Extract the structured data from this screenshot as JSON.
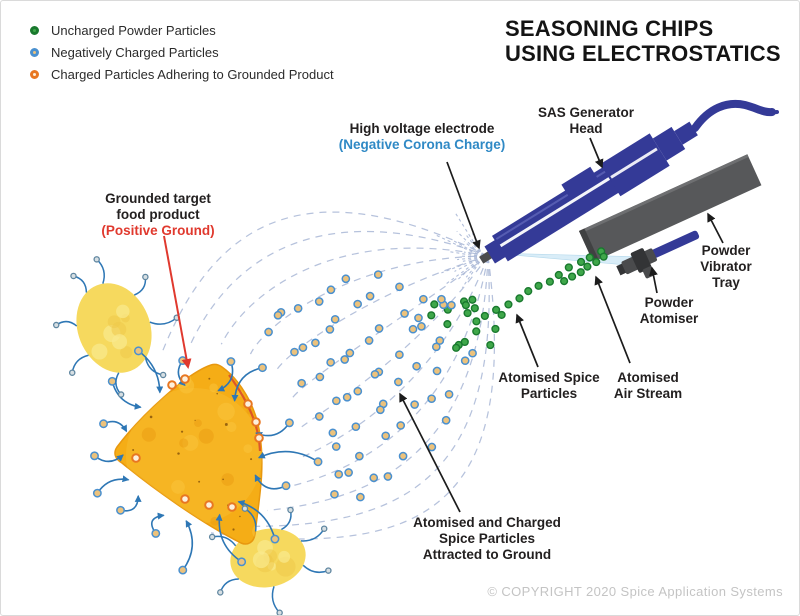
{
  "title": {
    "line1": "SEASONING CHIPS",
    "line2": "USING ELECTROSTATICS"
  },
  "legend": {
    "items": [
      {
        "label": "Uncharged Powder Particles",
        "icon": "uncharged-powder-particle-icon",
        "ring": "green_stroke",
        "fill": "green_fill"
      },
      {
        "label": "Negatively Charged Particles",
        "icon": "negatively-charged-particle-icon",
        "ring": "charged_stroke",
        "fill": "charged_fill"
      },
      {
        "label": "Charged Particles Adhering to Grounded Product",
        "icon": "adhering-particle-icon",
        "ring": "adhere_stroke",
        "fill": "adhere_fill"
      }
    ]
  },
  "labels": {
    "high_voltage": {
      "line1": "High voltage electrode",
      "line2": "(Negative Corona Charge)"
    },
    "sas_head": {
      "line1": "SAS Generator",
      "line2": "Head"
    },
    "grounded": {
      "line1": "Grounded target",
      "line2": "food product",
      "line3": "(Positive Ground)"
    },
    "vibrator_tray": {
      "line1": "Powder",
      "line2": "Vibrator",
      "line3": "Tray"
    },
    "atomiser": {
      "line1": "Powder",
      "line2": "Atomiser"
    },
    "spice_particles": {
      "line1": "Atomised Spice",
      "line2": "Particles"
    },
    "air_stream": {
      "line1": "Atomised",
      "line2": "Air Stream"
    },
    "attracted": {
      "line1": "Atomised and Charged",
      "line2": "Spice Particles",
      "line3": "Attracted to Ground"
    }
  },
  "footer": {
    "copyright": "© COPYRIGHT 2020 Spice Application Systems"
  },
  "colors": {
    "label_blue": "#2f89c5",
    "label_red": "#e0392e",
    "arrow_black": "#1c1c1c",
    "arrow_red": "#e0392e",
    "field_line": "#a9b7d6",
    "air_stream": "#d9edf8",
    "air_stream_edge": "#b5d9ec",
    "device_blue": "#343a97",
    "device_blue_light": "#5a60b5",
    "tray_gray": "#57585a",
    "tray_gray_light": "#6e6f71",
    "tray_gray_dark": "#404142",
    "metal_mid": "#4a4b4d",
    "metal_dark": "#333436",
    "green_fill": "#3fa74a",
    "green_stroke": "#19792e",
    "charged_stroke": "#4a90cf",
    "charged_fill": "#ecc27c",
    "adhere_stroke": "#e87722",
    "adhere_fill": "#fdf0dc",
    "tail_blue": "#2e77b5",
    "squig_dot_stroke": "#5f86a0",
    "squig_dot_fill": "#d7dfe3",
    "chip_base": "#f5ad16",
    "chip_light": "#f9c53d",
    "chip_dark": "#e8980f",
    "chip_speck": "#7a4a08",
    "chip_edge_red": "#d8472b",
    "potato_base": "#f6d95e",
    "potato_light": "#fae98f",
    "potato_dark": "#eec84a"
  }
}
